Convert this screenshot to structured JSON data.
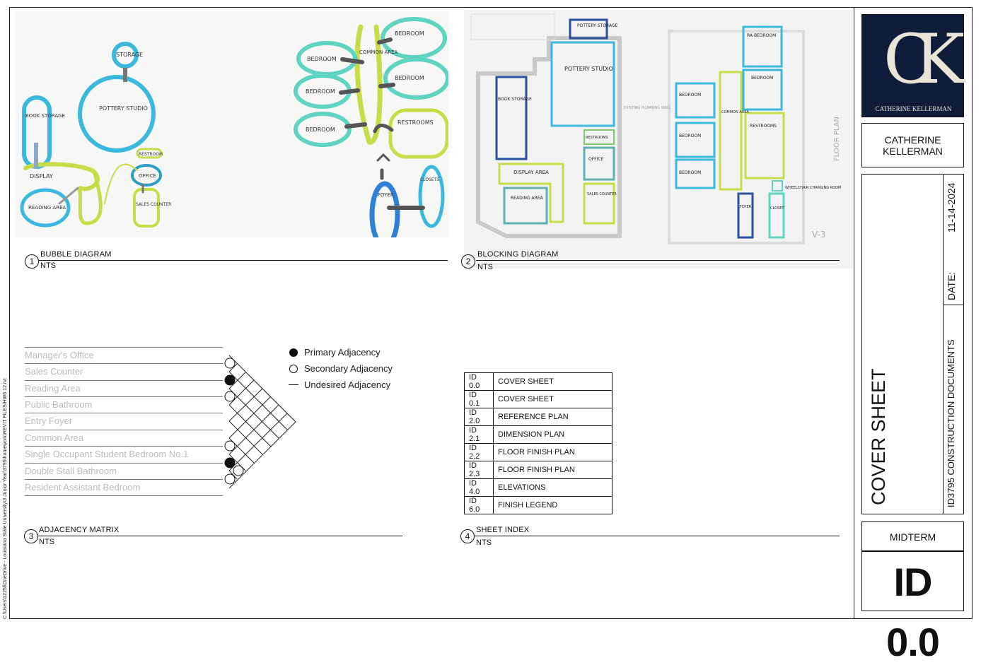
{
  "views": {
    "bubble": {
      "num": "1",
      "title": "BUBBLE DIAGRAM",
      "scale": "NTS"
    },
    "blocking": {
      "num": "2",
      "title": "BLOCKING DIAGRAM",
      "scale": "NTS"
    },
    "adjacency": {
      "num": "3",
      "title": "ADJACENCY MATRIX",
      "scale": "NTS"
    },
    "index": {
      "num": "4",
      "title": "SHEET INDEX",
      "scale": "NTS"
    }
  },
  "bubble_labels": {
    "storage": "STORAGE",
    "pottery": "POTTERY STUDIO",
    "book": "BOOK STORAGE",
    "display": "DISPLAY",
    "reading": "READING AREA",
    "restroom": "RESTROOM",
    "office": "OFFICE",
    "sales": "SALES COUNTER",
    "common": "COMMON AREA",
    "bedroom": "BEDROOM",
    "restrooms": "RESTROOMS",
    "foyer": "FOYER",
    "closets": "CLOSETS"
  },
  "blocking_labels": {
    "pottery_storage": "POTTERY STORAGE",
    "pottery_studio": "POTTERY STUDIO",
    "book_storage": "BOOK STORAGE",
    "restrooms": "RESTROOMS",
    "office": "OFFICE",
    "display": "DISPLAY AREA",
    "reading": "READING AREA",
    "sales": "SALES COUNTER",
    "ra_bedroom": "RA BEDROOM",
    "bedroom": "BEDROOM",
    "common": "COMMON AREA",
    "restrooms2": "RESTROOMS",
    "foyer": "FOYER",
    "closet": "CLOSET",
    "wheelchair": "WHEELCHAIR CHARGING ROOM",
    "plumbing": "EXISTING PLUMBING WALL",
    "floorplan": "FLOOR PLAN",
    "v3": "V-3"
  },
  "adjacency": {
    "rows": [
      "Manager's Office",
      "Sales Counter",
      "Reading Area",
      "Public Bathroom",
      "Entry Foyer",
      "Common Area",
      "Single Occupant Student Bedroom No.1",
      "Double Stall Bathroom",
      "Resident Assistant Bedroom"
    ],
    "legend": {
      "primary": "Primary Adjacency",
      "secondary": "Secondary Adjacency",
      "undesired": "Undesired Adjacency"
    }
  },
  "sheet_index": [
    {
      "id": "ID 0.0",
      "name": "COVER SHEET"
    },
    {
      "id": "ID 0.1",
      "name": "COVER SHEET"
    },
    {
      "id": "ID 2.0",
      "name": "REFERENCE PLAN"
    },
    {
      "id": "ID 2.1",
      "name": "DIMENSION PLAN"
    },
    {
      "id": "ID 2.2",
      "name": "FLOOR FINISH PLAN"
    },
    {
      "id": "ID 2.3",
      "name": "FLOOR FINISH PLAN"
    },
    {
      "id": "ID 4.0",
      "name": "ELEVATIONS"
    },
    {
      "id": "ID 6.0",
      "name": "FINISH LEGEND"
    }
  ],
  "title_block": {
    "logo_letters": "CK",
    "logo_name": "CATHERINE KELLERMAN",
    "designer_line1": "CATHERINE",
    "designer_line2": "KELLERMAN",
    "date_value": "11-14-2024",
    "date_label": "DATE:",
    "project": "ID3795 CONSTRUCTION DOCUMENTS",
    "sheet_title": "COVER SHEET",
    "phase": "MIDTERM",
    "sheet_number": "ID 0.0"
  },
  "file_path": "C:\\Users\\1225f\\OneDrive - Louisiana State University\\3 Junior Year\\3795\\homework\\REVIT FILES\\HW6 12.rvt",
  "colors": {
    "logo_bg": "#101d3a",
    "logo_fg": "#e9e4d6",
    "cyan": "#3bb8dd",
    "teal": "#5fd4c0",
    "lime": "#c8dc4a",
    "blue": "#2f7fd6",
    "navy": "#2c4f9e"
  }
}
